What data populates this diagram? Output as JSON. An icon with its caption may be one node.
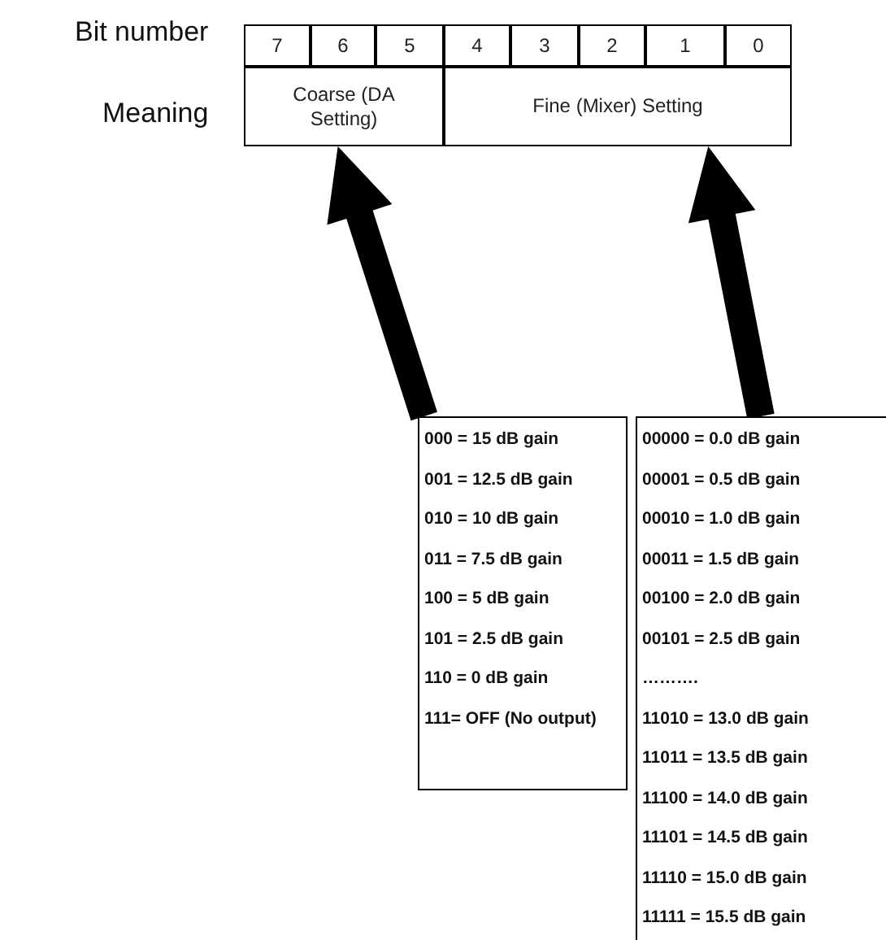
{
  "diagram": {
    "nodes": [
      {
        "text": [
          "7"
        ]
      },
      {
        "text": [
          "6"
        ]
      },
      {
        "text": [
          "5"
        ]
      },
      {
        "text": [
          "4"
        ]
      },
      {
        "text": [
          "3"
        ]
      },
      {
        "text": [
          "2"
        ]
      },
      {
        "text": [
          "1"
        ]
      },
      {
        "text": [
          "0"
        ]
      },
      {
        "text": [
          "Coarse (DA Setting)"
        ]
      },
      {
        "text": [
          "Fine (Mixer) Setting"
        ]
      },
      {
        "text": [
          "000 = 15 dB gain",
          "001 = 12.5 dB gain",
          "010 = 10 dB gain",
          "011 = 7.5 dB gain",
          "100 = 5 dB gain",
          "101 = 2.5 dB gain",
          "110 = 0 dB gain",
          "111= OFF (No output)"
        ]
      },
      {
        "text": [
          "00000 = 0.0 dB gain",
          "00001 = 0.5 dB gain",
          "00010 = 1.0 dB gain",
          "00011 = 1.5 dB gain",
          "00100 = 2.0 dB gain",
          "00101 = 2.5 dB gain",
          "……….",
          "11010 = 13.0 dB gain",
          "11011 = 13.5 dB gain",
          "11100 = 14.0 dB gain",
          "11101 = 14.5 dB gain",
          "11110 = 15.0 dB gain",
          "11111 = 15.5 dB gain"
        ]
      }
    ],
    "edges": [
      {
        "from": 10,
        "to": 8,
        "arrow": "to",
        "style": "thick"
      },
      {
        "from": 11,
        "to": 9,
        "arrow": "to",
        "style": "thick"
      }
    ],
    "labels": [
      "Bit number",
      "Meaning"
    ]
  }
}
